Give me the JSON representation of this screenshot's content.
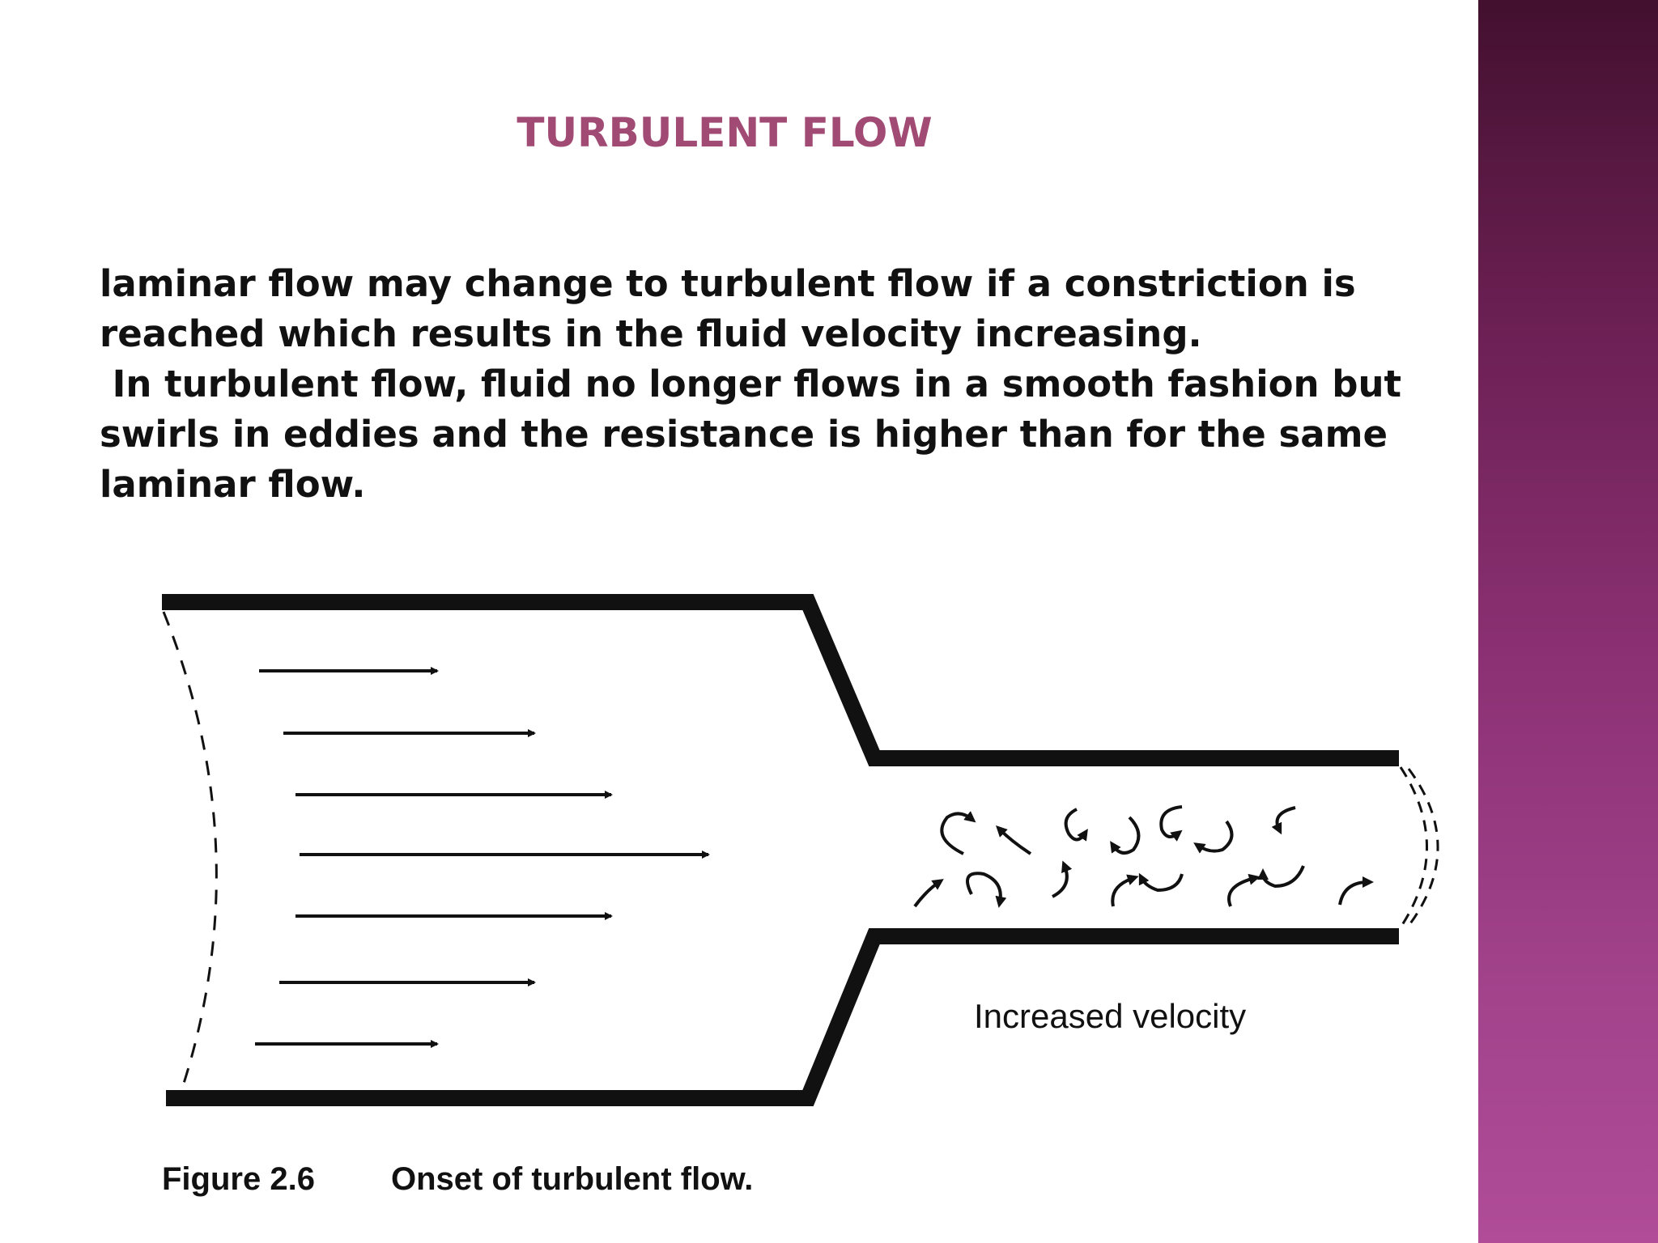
{
  "slide": {
    "title": "TURBULENT FLOW",
    "body_lines": [
      "laminar flow may change to turbulent flow if a constriction is",
      "reached which results in the fluid velocity increasing.",
      " In turbulent flow, fluid no longer flows in a smooth fashion but",
      "swirls in eddies and the resistance is higher than for the same",
      "laminar flow."
    ],
    "accent_color": "#a04a74",
    "sidebar_color_top": "#43102f",
    "sidebar_color_bottom": "#b04c98"
  },
  "figure": {
    "label": "Increased velocity",
    "caption_number": "Figure 2.6",
    "caption_text": "Onset of turbulent flow."
  }
}
